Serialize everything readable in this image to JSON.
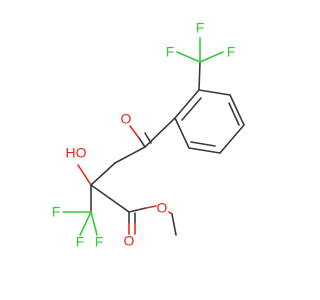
{
  "molecule": {
    "colors": {
      "carbon_bond": "#3a3a3a",
      "oxygen": "#e8281e",
      "fluorine": "#33cc33",
      "background": "#ffffff"
    },
    "atoms": {
      "f_ring_cf3_left": "F",
      "f_ring_cf3_top": "F",
      "f_ring_cf3_right": "F",
      "o_ketone": "O",
      "o_hydroxyl": "HO",
      "f_alkyl_cf3_left": "F",
      "f_alkyl_cf3_bottom1": "F",
      "f_alkyl_cf3_bottom2": "F",
      "o_ester_carbonyl": "O",
      "o_ester_ether": "O"
    }
  }
}
